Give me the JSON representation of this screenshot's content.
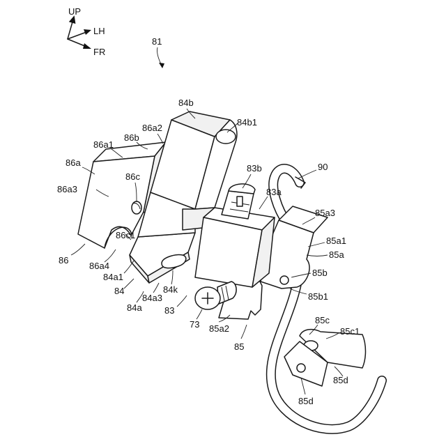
{
  "axes": {
    "up": "UP",
    "lh": "LH",
    "fr": "FR"
  },
  "assembly_ref": "81",
  "labels": {
    "l84b": "84b",
    "l84b1": "84b1",
    "l86a2": "86a2",
    "l86b": "86b",
    "l86a1": "86a1",
    "l86a": "86a",
    "l86c": "86c",
    "l86a3": "86a3",
    "l83b": "83b",
    "l90": "90",
    "l83a": "83a",
    "l85a3": "85a3",
    "l86c1": "86c1",
    "l85a1": "85a1",
    "l85a": "85a",
    "l86": "86",
    "l86a4": "86a4",
    "l84a1": "84a1",
    "l85b": "85b",
    "l84": "84",
    "l84k": "84k",
    "l84a3": "84a3",
    "l85b1": "85b1",
    "l84a": "84a",
    "l83": "83",
    "l73": "73",
    "l85a2": "85a2",
    "l85c": "85c",
    "l85c1": "85c1",
    "l85": "85",
    "l85d": "85d",
    "l85d2": "85d"
  }
}
